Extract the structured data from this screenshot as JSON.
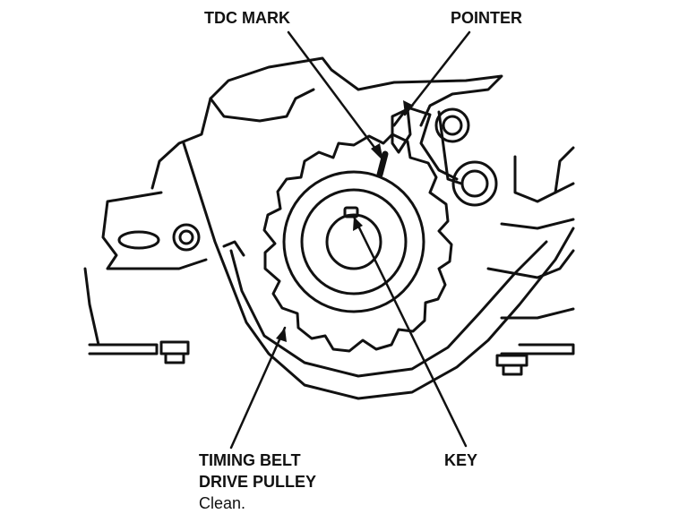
{
  "labels": {
    "tdc_mark": "TDC MARK",
    "pointer": "POINTER",
    "key": "KEY",
    "pulley_line1": "TIMING BELT",
    "pulley_line2": "DRIVE PULLEY",
    "pulley_note": "Clean."
  },
  "colors": {
    "ink": "#111111",
    "background": "#ffffff"
  }
}
